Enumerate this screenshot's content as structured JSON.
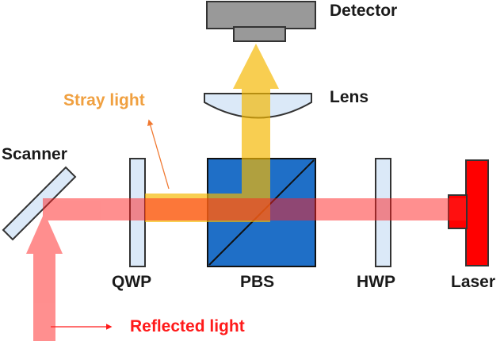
{
  "labels": {
    "detector": "Detector",
    "lens": "Lens",
    "stray_light": "Stray light",
    "scanner": "Scanner",
    "qwp": "QWP",
    "pbs": "PBS",
    "hwp": "HWP",
    "laser": "Laser",
    "reflected_light": "Reflected light"
  },
  "colors": {
    "text": "#1a1a1a",
    "stray_label": "#f0a040",
    "reflected_label": "#ff1a1a",
    "red_beam": "#ff8080",
    "yellow_beam": "#f5b800",
    "pbs_fill": "#1f6fc7",
    "optic_fill": "#dbe9f8",
    "detector_fill": "#999999",
    "laser_fill": "#ff0000"
  },
  "icons": {
    "detector": "detector-icon",
    "lens": "lens-icon",
    "pbs": "beam-splitter-cube-icon",
    "laser": "laser-icon",
    "scanner": "scanner-mirror-icon"
  }
}
